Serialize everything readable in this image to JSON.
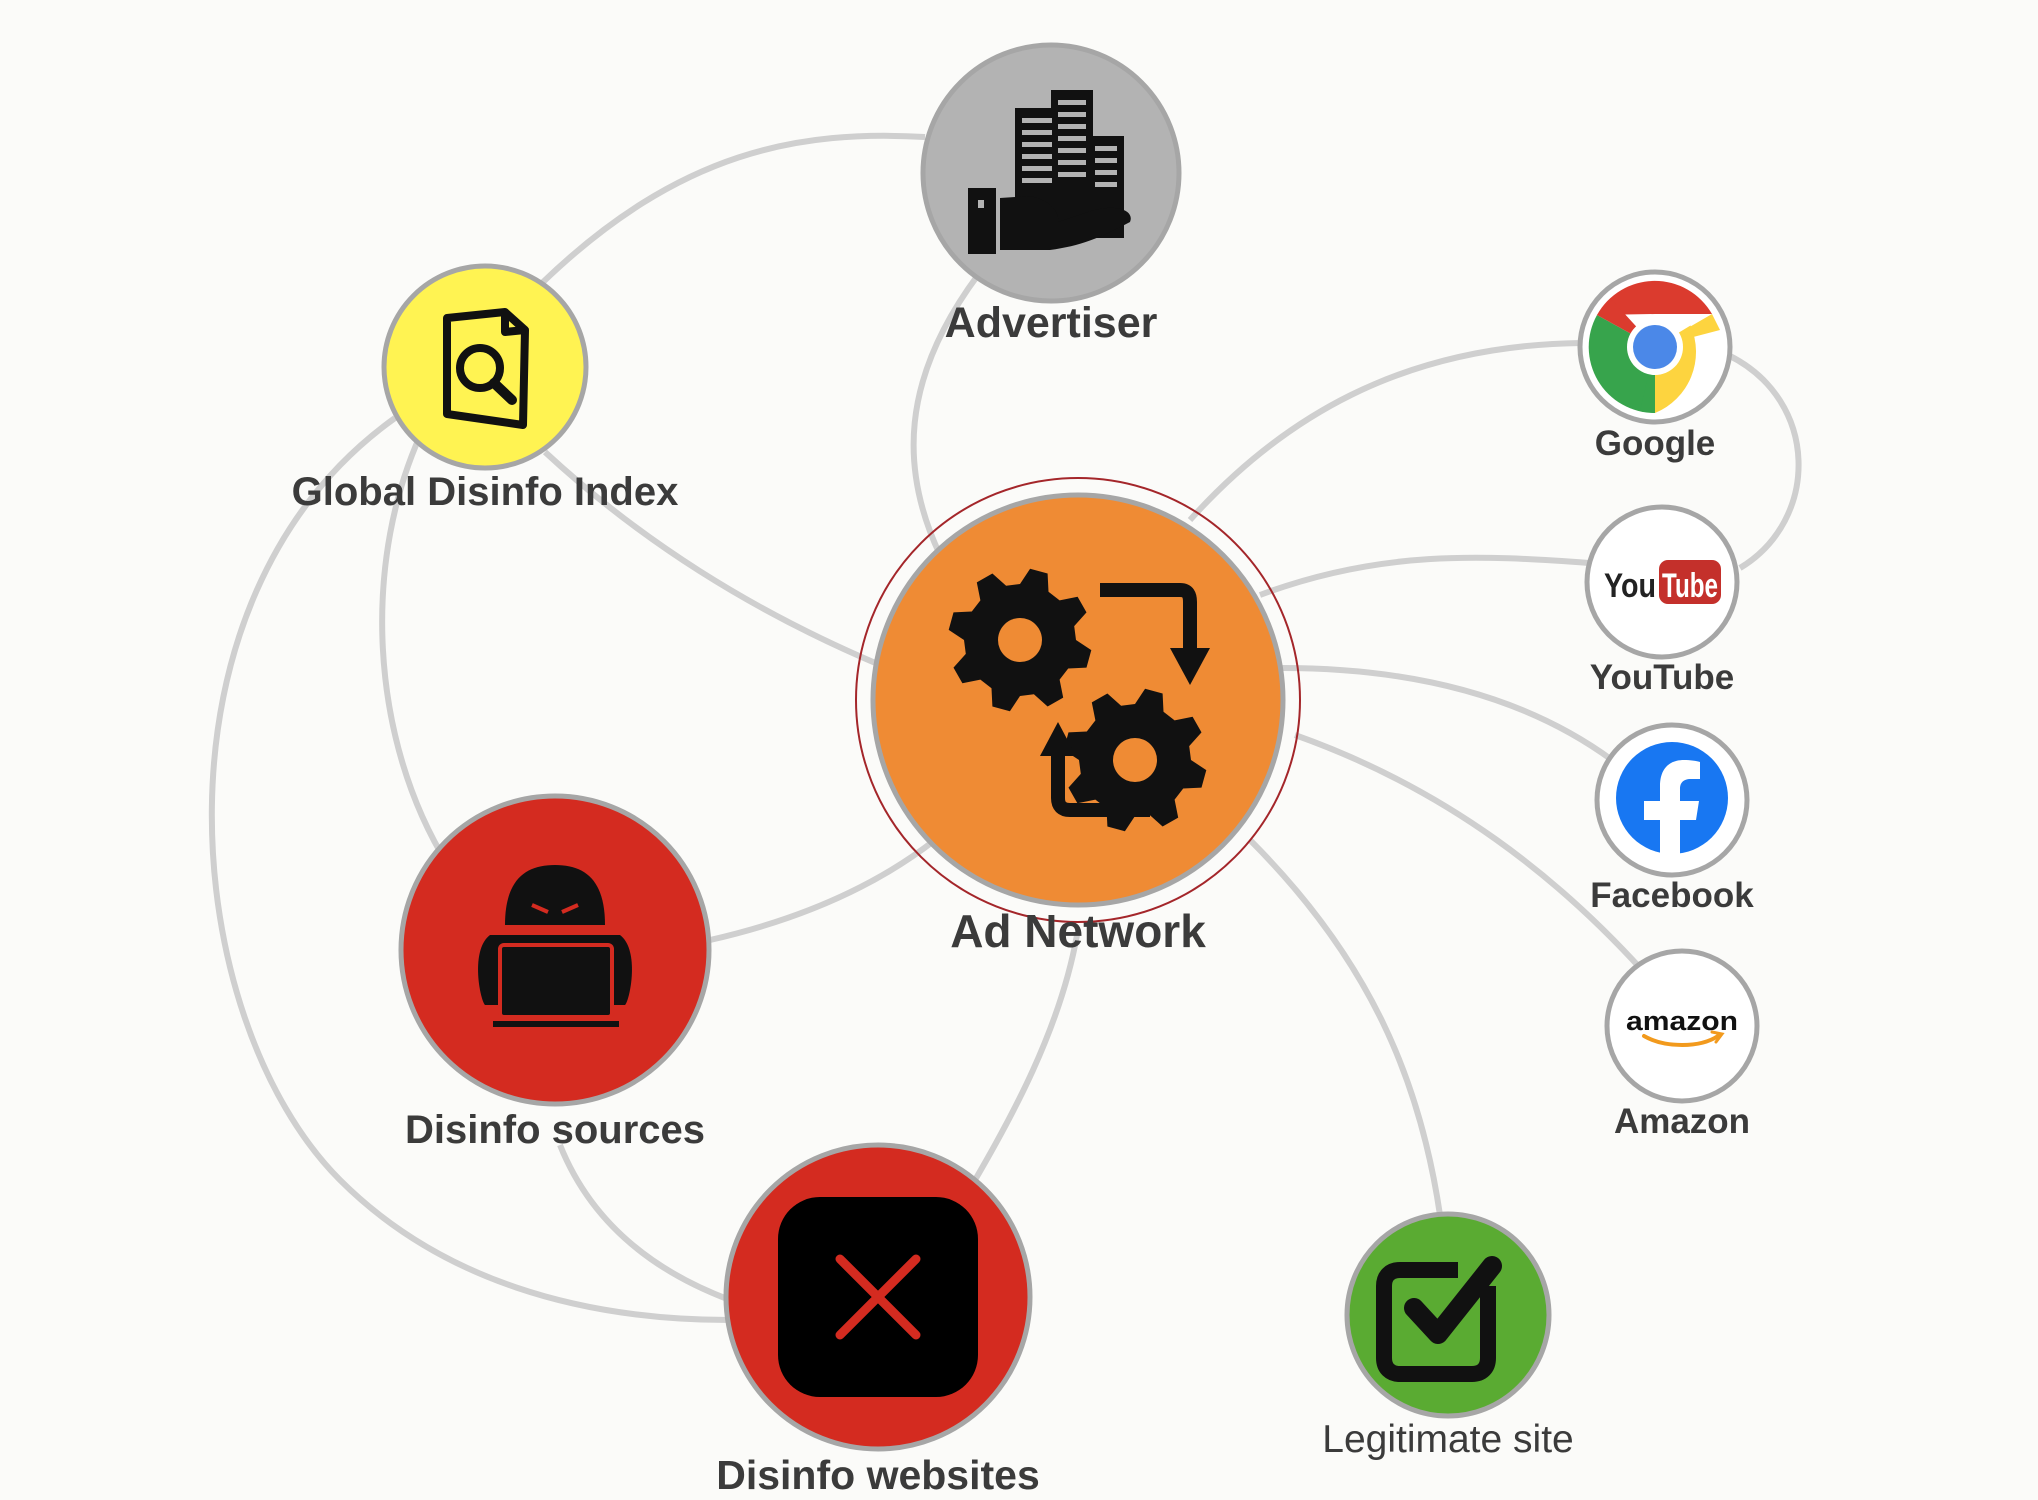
{
  "colors": {
    "edge": "#cfcfcf",
    "node_border": "#a6a6a6",
    "advertiser": "#b3b3b3",
    "gdi": "#fff352",
    "ad_network": "#ef8b34",
    "ad_network_ring": "#a4262a",
    "disinfo": "#d42b20",
    "legit": "#5aab32",
    "platform_bg": "#ffffff"
  },
  "nodes": {
    "advertiser": {
      "label": "Advertiser",
      "icon": "building-hand-icon"
    },
    "gdi": {
      "label": "Global Disinfo Index",
      "icon": "document-search-icon"
    },
    "ad_network": {
      "label": "Ad Network",
      "icon": "gears-cycle-icon"
    },
    "disinfo_sources": {
      "label": "Disinfo sources",
      "icon": "hacker-laptop-icon"
    },
    "disinfo_websites": {
      "label": "Disinfo websites",
      "icon": "x-box-icon"
    },
    "legitimate_site": {
      "label": "Legitimate site",
      "icon": "checkbox-checked-icon"
    },
    "google": {
      "label": "Google",
      "icon": "chrome-icon"
    },
    "youtube": {
      "label": "YouTube",
      "icon": "youtube-icon",
      "logo_text": "YouTube"
    },
    "facebook": {
      "label": "Facebook",
      "icon": "facebook-icon"
    },
    "amazon": {
      "label": "Amazon",
      "icon": "amazon-icon",
      "logo_text": "amazon"
    }
  }
}
